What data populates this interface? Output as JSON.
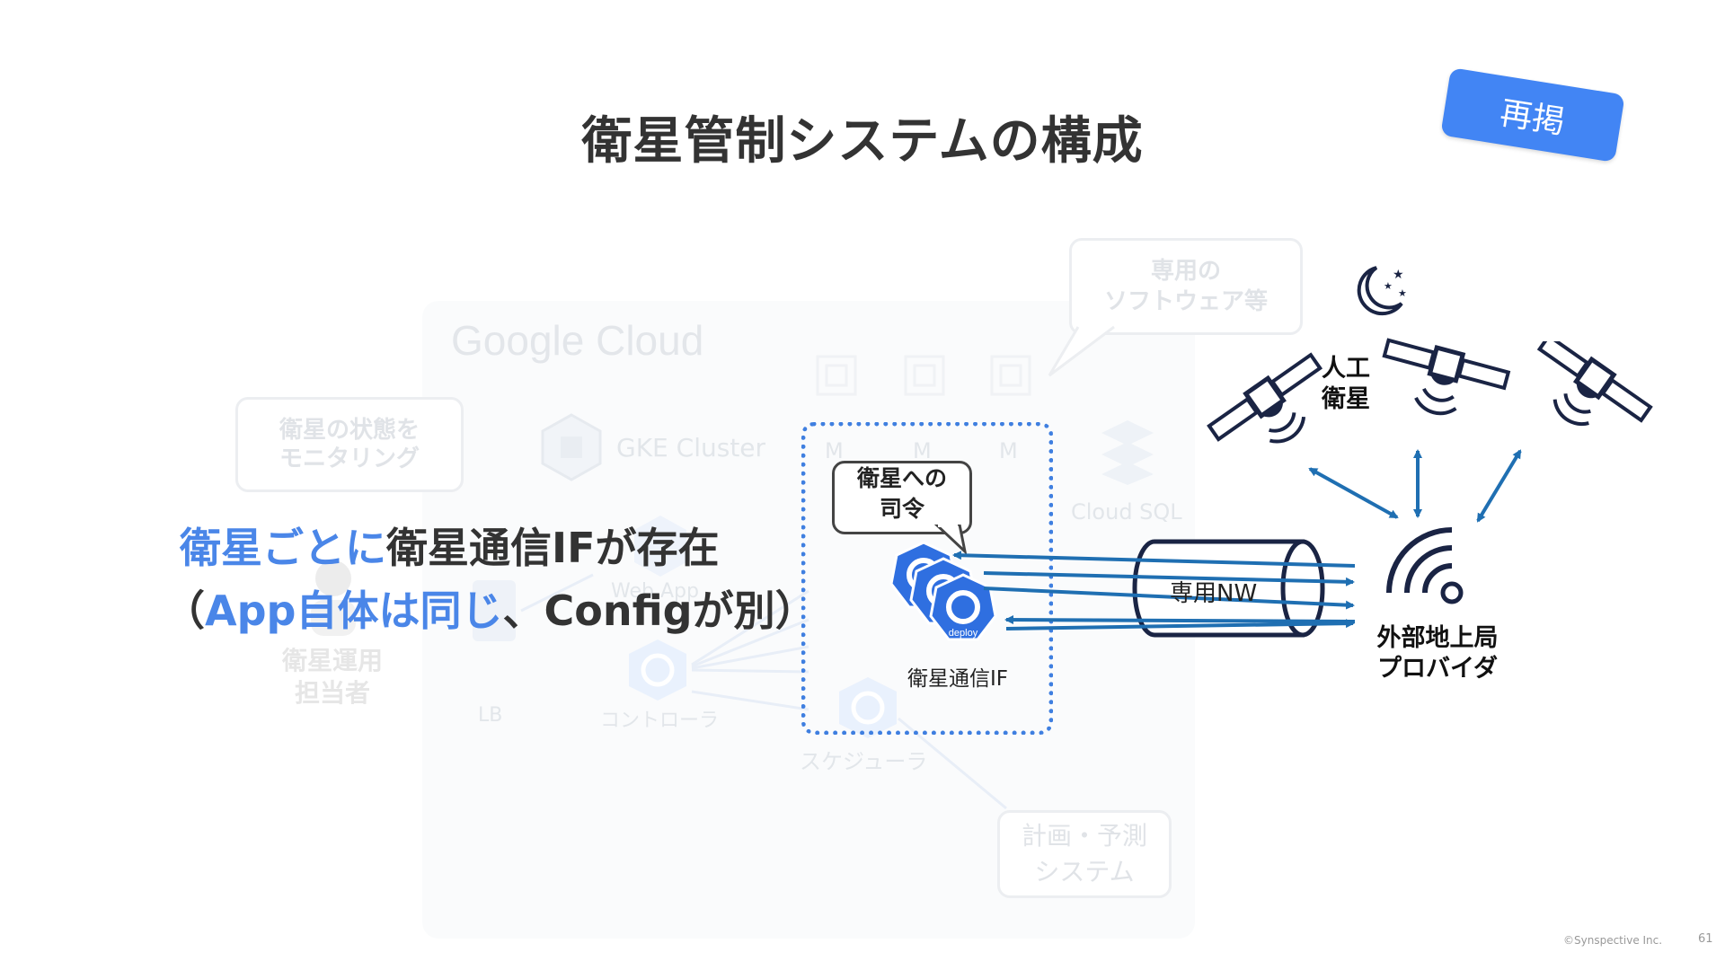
{
  "slide": {
    "title": "衛星管制システムの構成",
    "badge": "再掲",
    "headline_line1_blue": "衛星ごとに",
    "headline_line1_dark": "衛星通信IFが存在",
    "headline_line2_open": "（",
    "headline_line2_blue": "App自体は同じ",
    "headline_line2_dark": "、Configが別）",
    "footer_copyright": "©Synspective Inc.",
    "footer_page": "61"
  },
  "background_diagram": {
    "google_cloud_logo": "Google Cloud",
    "gke_cluster": "GKE Cluster",
    "monitor_bubble": [
      "衛星の状態を",
      "モニタリング"
    ],
    "software_bubble": [
      "専用の",
      "ソフトウェア等"
    ],
    "operator": [
      "衛星運用",
      "担当者"
    ],
    "lb": "LB",
    "web_app": "Web App",
    "controller": "コントローラ",
    "scheduler": "スケジューラ",
    "cloud_sql": "Cloud SQL",
    "node_labels": [
      "M",
      "M",
      "M"
    ],
    "planning_box": [
      "計画・予測",
      "システム"
    ]
  },
  "foreground_diagram": {
    "command_bubble": [
      "衛星への",
      "司令"
    ],
    "comm_if_label": "衛星通信IF",
    "deploy_label": "deploy",
    "network_label": "専用NW",
    "satellite_label": [
      "人工",
      "衛星"
    ],
    "ground_station_label": [
      "外部地上局",
      "プロバイダ"
    ]
  },
  "colors": {
    "accent_blue": "#4a86e8",
    "badge_blue": "#4285f4",
    "arrow_blue": "#1f6fb2",
    "navy": "#1a2444",
    "dotted_border": "#3f7fe0"
  }
}
